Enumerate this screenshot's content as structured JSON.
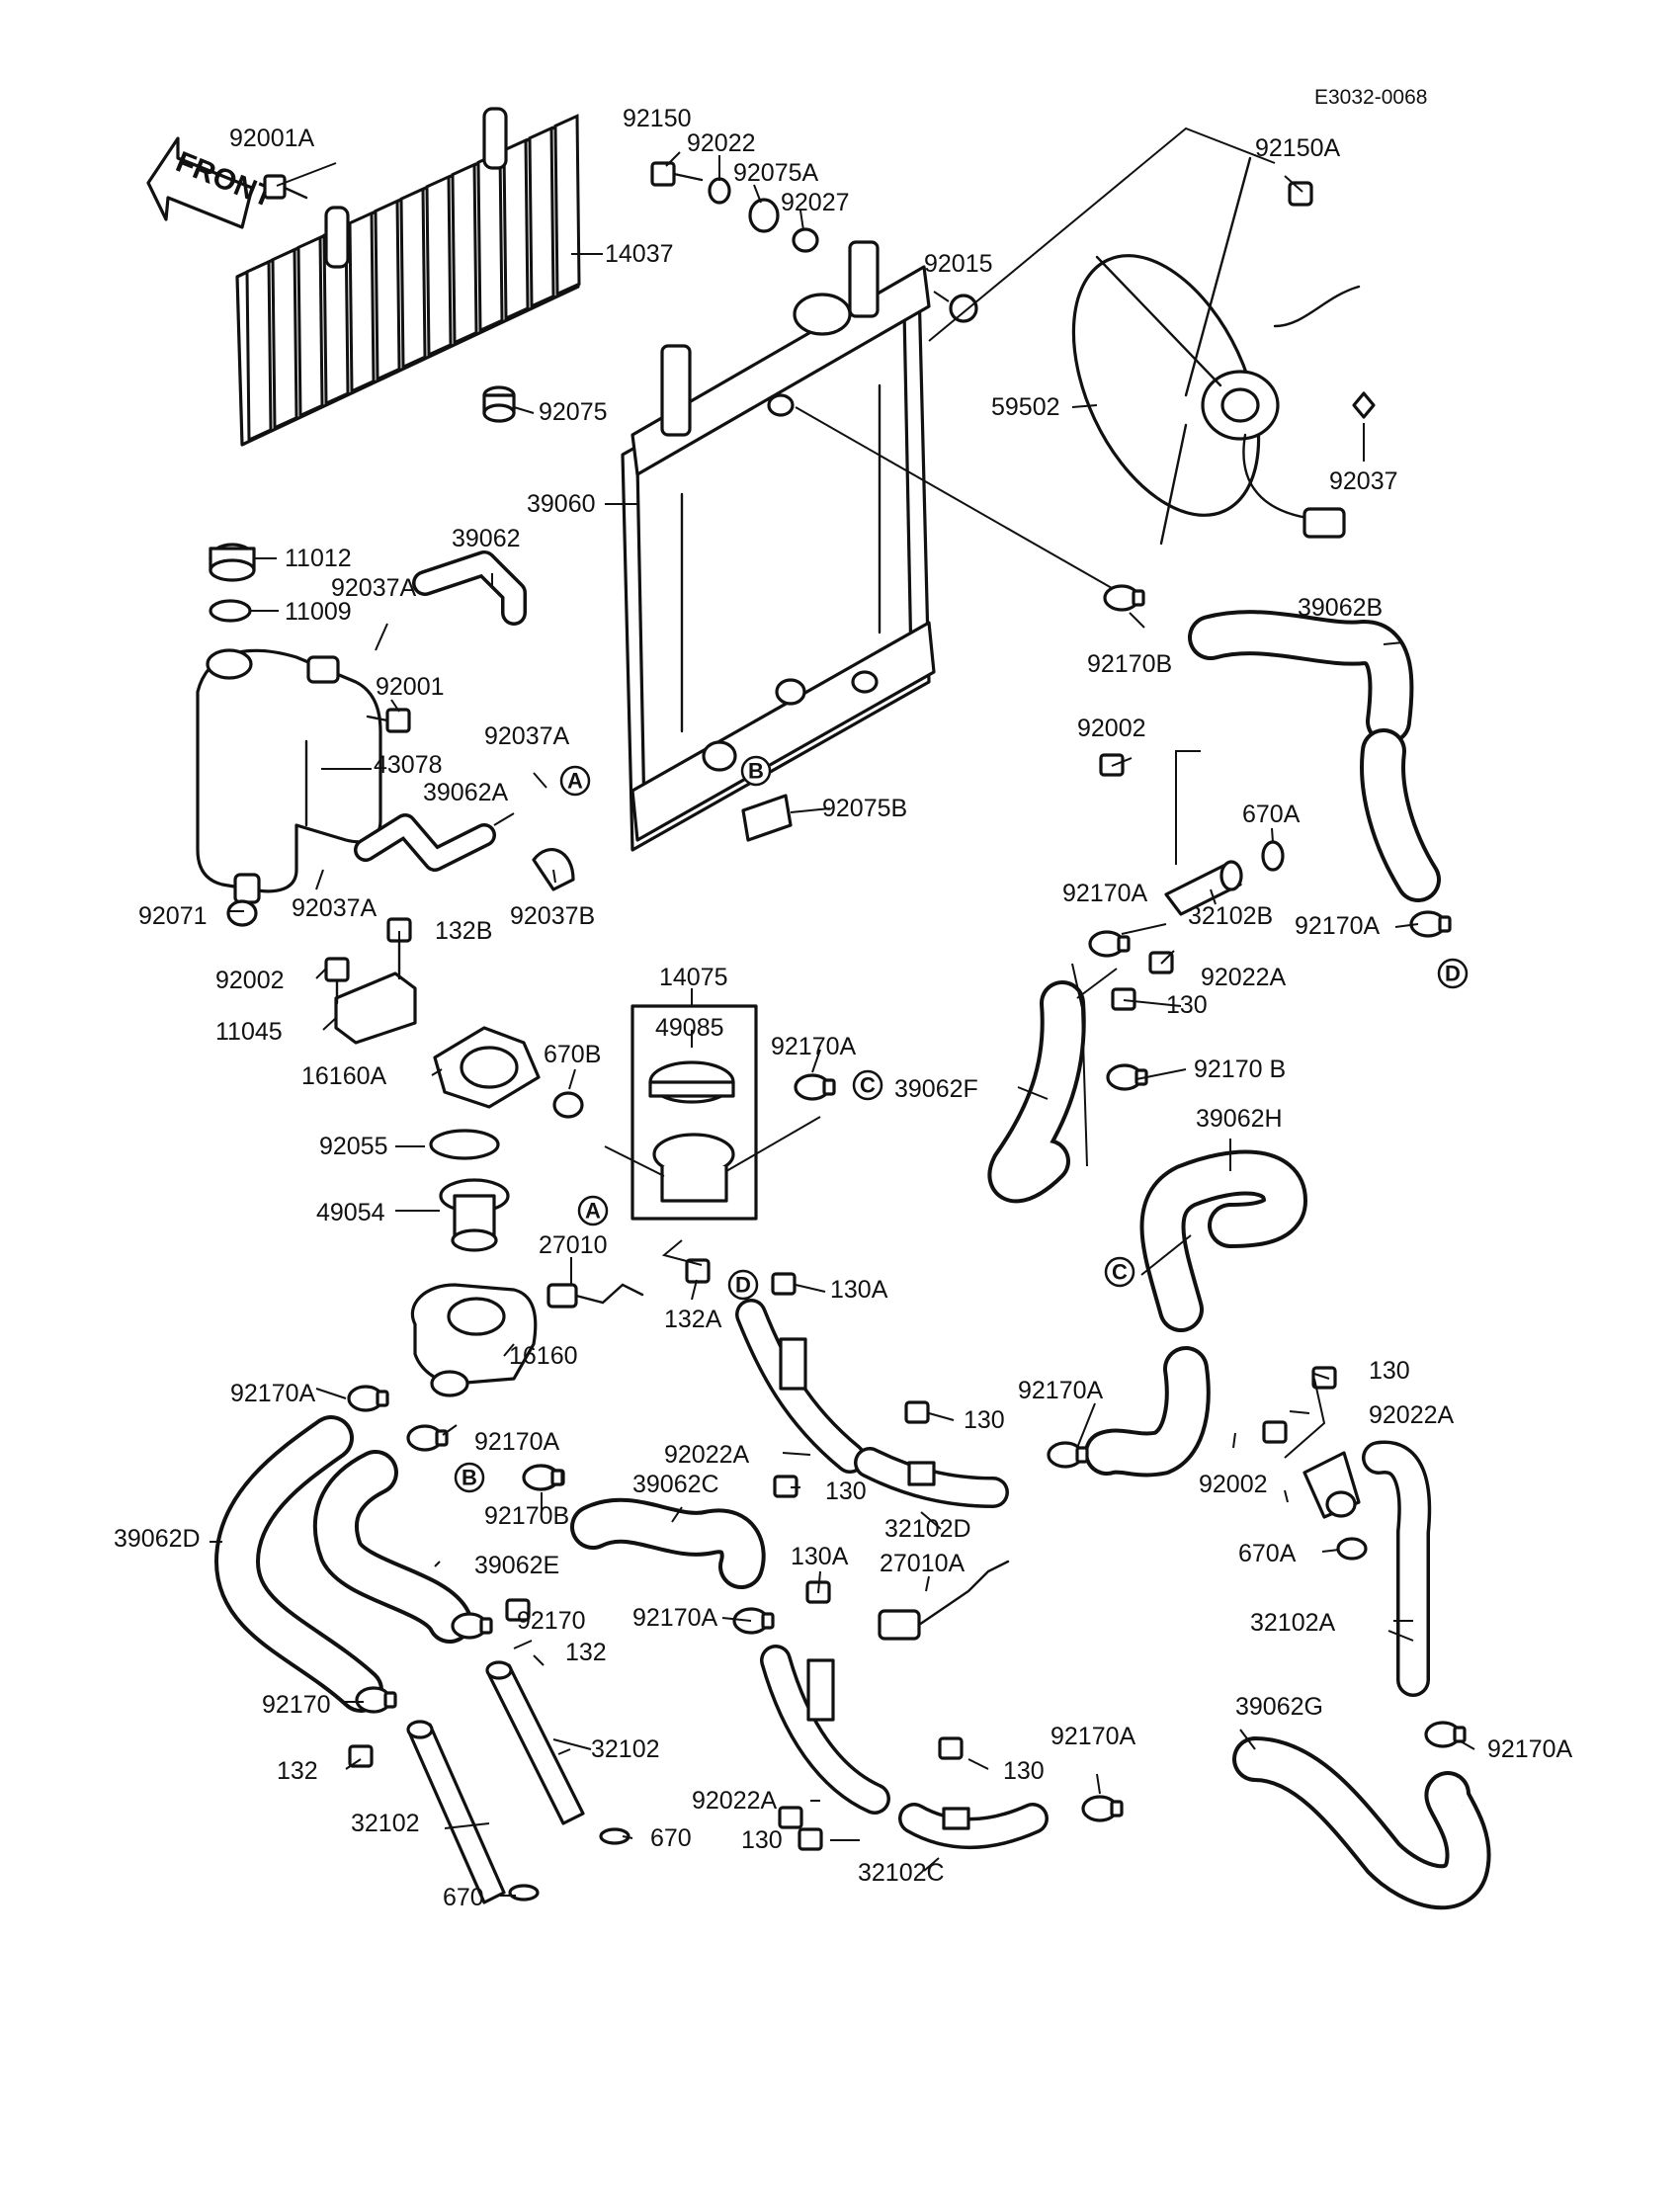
{
  "diagram": {
    "code": "E3032-0068",
    "front_label": "FRONT",
    "circle_refs": [
      "A",
      "B",
      "C",
      "D"
    ],
    "labels": {
      "p92001A": "92001A",
      "p14037": "14037",
      "p92075": "92075",
      "p92150": "92150",
      "p92022": "92022",
      "p92075A": "92075A",
      "p92027": "92027",
      "p92015": "92015",
      "p92150A": "92150A",
      "p59502": "59502",
      "p92037": "92037",
      "p39060": "39060",
      "p11012": "11012",
      "p11009": "11009",
      "p39062": "39062",
      "p92037A_1": "92037A",
      "p92001": "92001",
      "p43078": "43078",
      "p92037A_2": "92037A",
      "p39062A": "39062A",
      "p92071": "92071",
      "p92037A_3": "92037A",
      "p92037B": "92037B",
      "p92075B": "92075B",
      "p92170B_1": "92170B",
      "p39062B": "39062B",
      "p92002_1": "92002",
      "p670A_1": "670A",
      "p92170A_1": "92170A",
      "p32102B": "32102B",
      "p92170A_2": "92170A",
      "p92022A_1": "92022A",
      "p130_1": "130",
      "p132B": "132B",
      "p92002_2": "92002",
      "p11045": "11045",
      "p16160A": "16160A",
      "p670B": "670B",
      "p14075": "14075",
      "p49085": "49085",
      "p92170A_3": "92170A",
      "p39062F": "39062F",
      "p92170B_2": "92170 B",
      "p92055": "92055",
      "p49054": "49054",
      "p39062H": "39062H",
      "p27010": "27010",
      "p132A": "132A",
      "p130A_1": "130A",
      "p16160": "16160",
      "p92170A_4": "92170A",
      "p92170A_5": "92170A",
      "p130_2": "130",
      "p92170A_6": "92170A",
      "p130_3": "130",
      "p92022A_2": "92022A",
      "p92022A_3": "92022A",
      "p39062C": "39062C",
      "p130_4": "130",
      "p92170B_3": "92170B",
      "p32102D": "32102D",
      "p92002_3": "92002",
      "p39062D": "39062D",
      "p39062E": "39062E",
      "p130A_2": "130A",
      "p27010A": "27010A",
      "p670A_2": "670A",
      "p92170A_7": "92170A",
      "p32102A": "32102A",
      "p92170": "92170",
      "p132_1": "132",
      "p92170_2": "92170",
      "p32102": "32102",
      "p132_2": "132",
      "p32102_2": "32102",
      "p92170A_8": "92170A",
      "p39062G": "39062G",
      "p92170A_9": "92170A",
      "p130_5": "130",
      "p92022A_4": "92022A",
      "p130_6": "130",
      "p32102C": "32102C",
      "p670_1": "670",
      "p670_2": "670"
    }
  }
}
